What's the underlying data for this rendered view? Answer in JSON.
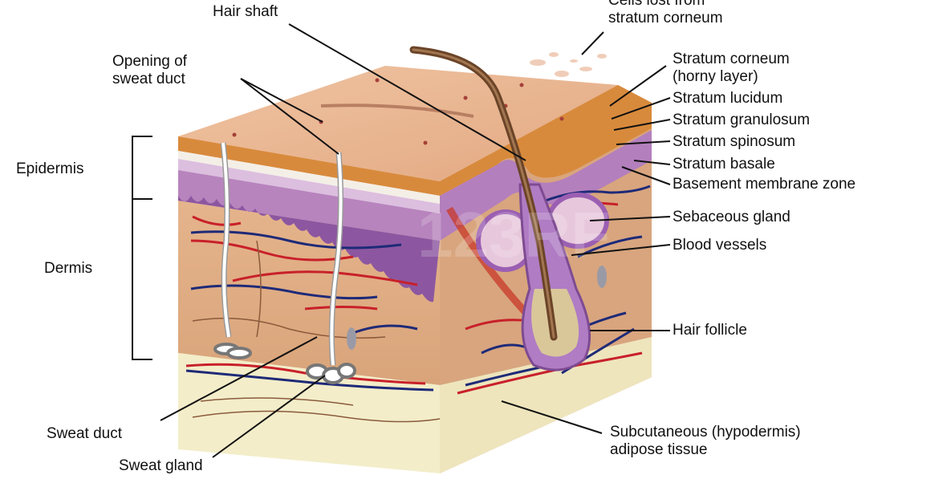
{
  "labels": {
    "hair_shaft": "Hair shaft",
    "cells_from_line1": "Cells lost from",
    "cells_from_line2": "stratum corneum",
    "opening_line1": "Opening of",
    "opening_line2": "sweat duct",
    "stratum_corneum_line1": "Stratum corneum",
    "stratum_corneum_line2": "(horny layer)",
    "stratum_lucidum": "Stratum lucidum",
    "stratum_granulosum": "Stratum granulosum",
    "stratum_spinosum": "Stratum spinosum",
    "stratum_basale": "Stratum basale",
    "basement_membrane": "Basement membrane zone",
    "epidermis": "Epidermis",
    "dermis": "Dermis",
    "sebaceous_gland": "Sebaceous gland",
    "blood_vessels": "Blood vessels",
    "hair_follicle": "Hair follicle",
    "sweat_duct": "Sweat duct",
    "sweat_gland": "Sweat gland",
    "subcutaneous_line1": "Subcutaneous (hypodermis)",
    "subcutaneous_line2": "adipose tissue"
  },
  "watermark": "123RF",
  "colors": {
    "skin_top": "#e9b48f",
    "stratum_corneum": "#d98a3d",
    "stratum_lucidum": "#e9d3e8",
    "spinosum": "#b883be",
    "basale": "#8d5aa0",
    "dermis": "#e7b98f",
    "dermis_side": "#d4a07a",
    "hypodermis": "#f2ecc9",
    "artery": "#c8202a",
    "vein": "#1e2a78",
    "hair": "#7a5233",
    "follicle": "#b07cc4"
  }
}
